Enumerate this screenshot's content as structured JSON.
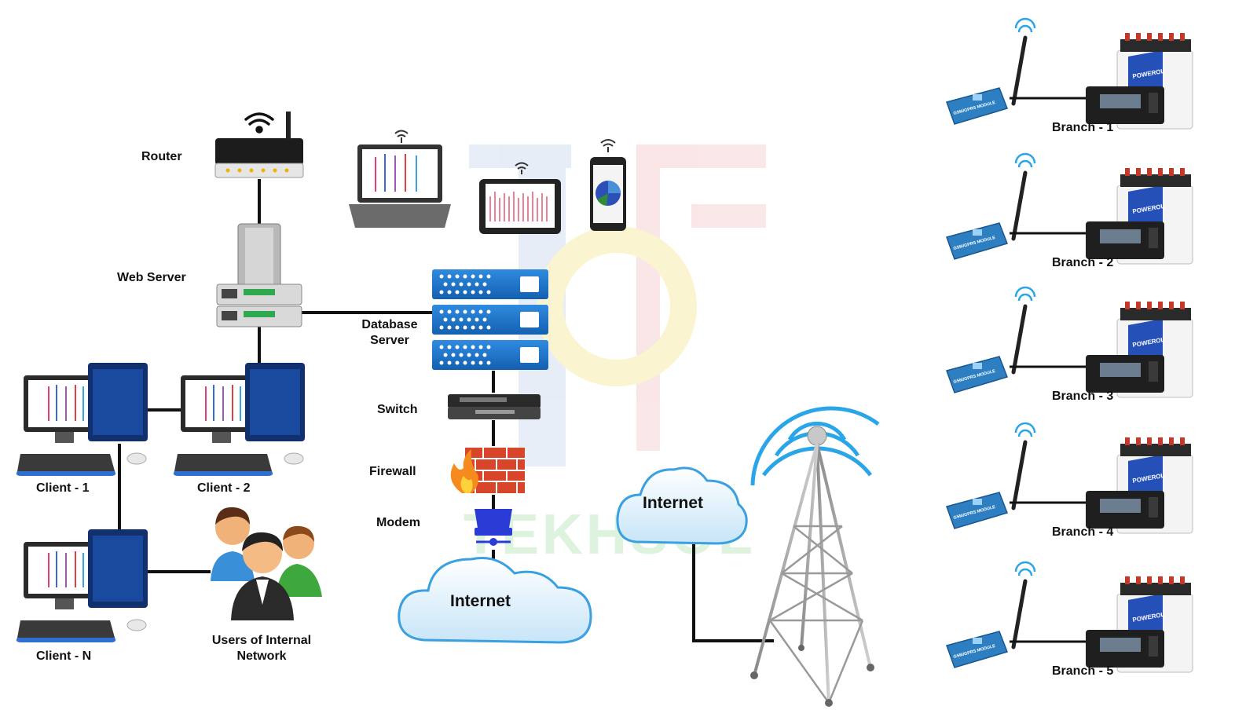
{
  "labels": {
    "router": "Router",
    "web_server": "Web Server",
    "database_server_line1": "Database",
    "database_server_line2": "Server",
    "switch": "Switch",
    "firewall": "Firewall",
    "modem": "Modem",
    "internet_modem": "Internet",
    "internet_tower": "Internet",
    "client_1": "Client - 1",
    "client_2": "Client - 2",
    "client_n": "Client - N",
    "users_line1": "Users of Internal",
    "users_line2": "Network"
  },
  "branches": [
    {
      "label": "Branch - 1"
    },
    {
      "label": "Branch - 2"
    },
    {
      "label": "Branch - 3"
    },
    {
      "label": "Branch - 4"
    },
    {
      "label": "Branch - 5"
    }
  ],
  "device_text": {
    "battery_brand": "POWEROL",
    "modem_module": "GSM/GPRS MODULE"
  },
  "watermark": "TEKHSOL",
  "colors": {
    "server_blue": "#1a73c7",
    "cloud_blue": "#3aa0e0",
    "line": "#111111",
    "firewall_red": "#d9452b",
    "modem_blue": "#2a3bd6"
  }
}
